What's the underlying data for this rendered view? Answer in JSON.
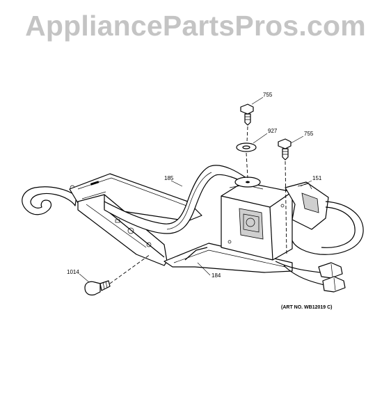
{
  "watermark": {
    "text": "AppliancePartsPros.com",
    "color": "#c4c4c4"
  },
  "callouts": {
    "screw_top": "755",
    "washer": "927",
    "screw_right": "755",
    "bracket_arm": "185",
    "damper": "151",
    "base_plate": "184",
    "screw_front": "1014"
  },
  "art_number": "(ART NO. WB12019 C)"
}
